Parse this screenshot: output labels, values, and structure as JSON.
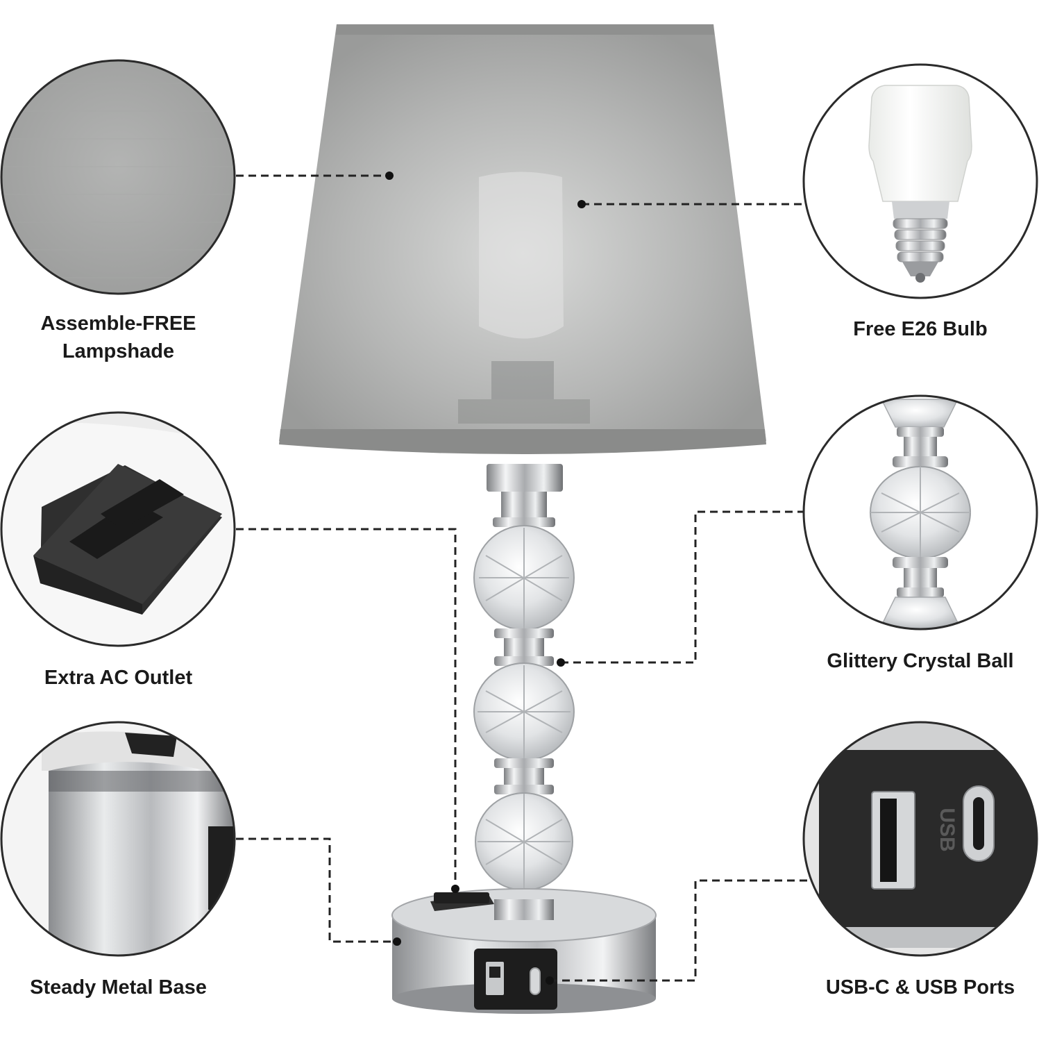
{
  "features": [
    {
      "id": "lampshade",
      "label_lines": [
        "Assemble-FREE",
        "Lampshade"
      ],
      "icon": "fabric-texture-icon"
    },
    {
      "id": "bulb",
      "label_lines": [
        "Free E26 Bulb"
      ],
      "icon": "light-bulb-icon"
    },
    {
      "id": "outlet",
      "label_lines": [
        "Extra AC Outlet"
      ],
      "icon": "ac-outlet-icon"
    },
    {
      "id": "crystal",
      "label_lines": [
        "Glittery Crystal Ball"
      ],
      "icon": "crystal-stem-icon"
    },
    {
      "id": "base",
      "label_lines": [
        "Steady Metal Base"
      ],
      "icon": "metal-base-icon"
    },
    {
      "id": "ports",
      "label_lines": [
        "USB-C & USB Ports"
      ],
      "icon": "usb-ports-icon"
    }
  ],
  "usb_port_text": "USB",
  "colors": {
    "shade": "#a9aaa9",
    "shade_dark": "#8c8d8c",
    "chrome": "#c9cbcd",
    "crystal": "#e6e8ea",
    "plastic": "#2a2a2a",
    "outline": "#2b2b2b",
    "dash": "#222222"
  }
}
